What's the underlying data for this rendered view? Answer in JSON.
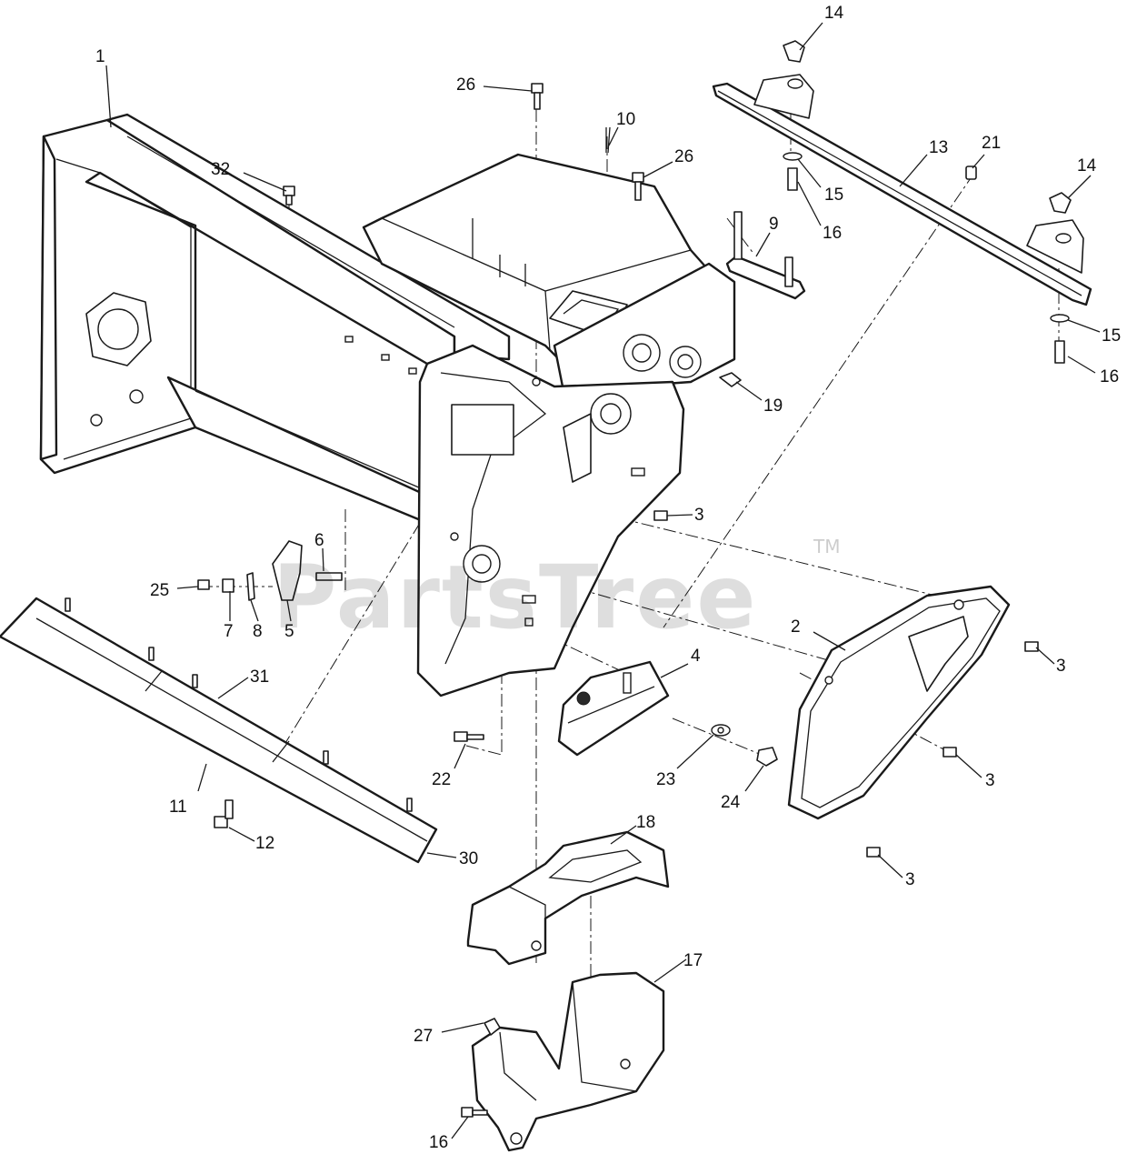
{
  "watermark": {
    "text": "PartsTree",
    "trademark": "TM"
  },
  "callouts": [
    "1",
    "2",
    "3",
    "4",
    "5",
    "6",
    "7",
    "8",
    "9",
    "10",
    "11",
    "12",
    "13",
    "14",
    "15",
    "16",
    "17",
    "18",
    "19",
    "21",
    "22",
    "23",
    "24",
    "25",
    "26",
    "27",
    "30",
    "31",
    "32"
  ]
}
